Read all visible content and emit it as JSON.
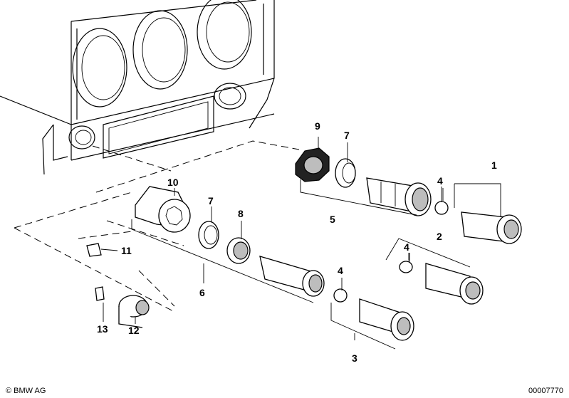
{
  "callouts": [
    {
      "id": "1",
      "text": "1"
    },
    {
      "id": "2",
      "text": "2"
    },
    {
      "id": "3",
      "text": "3"
    },
    {
      "id": "4a",
      "text": "4"
    },
    {
      "id": "4b",
      "text": "4"
    },
    {
      "id": "4c",
      "text": "4"
    },
    {
      "id": "5",
      "text": "5"
    },
    {
      "id": "6",
      "text": "6"
    },
    {
      "id": "7a",
      "text": "7"
    },
    {
      "id": "7b",
      "text": "7"
    },
    {
      "id": "8",
      "text": "8"
    },
    {
      "id": "9",
      "text": "9"
    },
    {
      "id": "10",
      "text": "10"
    },
    {
      "id": "11",
      "text": "11"
    },
    {
      "id": "12",
      "text": "12"
    },
    {
      "id": "13",
      "text": "13"
    }
  ],
  "footer": {
    "copyright": "© BMW AG",
    "doc_number": "00007770"
  }
}
